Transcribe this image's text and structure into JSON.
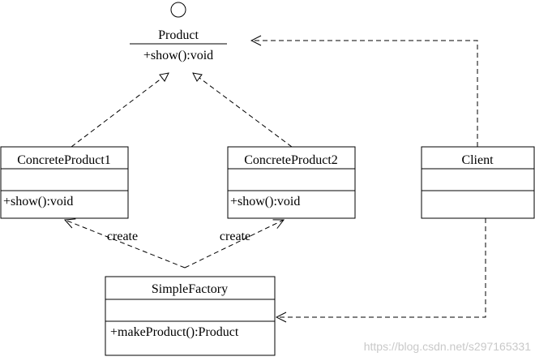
{
  "interface": {
    "name": "Product",
    "operation": "+show():void"
  },
  "classes": {
    "concrete_product_1": {
      "name": "ConcreteProduct1",
      "operation": "+show():void"
    },
    "concrete_product_2": {
      "name": "ConcreteProduct2",
      "operation": "+show():void"
    },
    "client": {
      "name": "Client",
      "operation": ""
    },
    "simple_factory": {
      "name": "SimpleFactory",
      "operation": "+makeProduct():Product"
    }
  },
  "relations": {
    "create_label_1": "create",
    "create_label_2": "create"
  },
  "watermark": "https://blog.csdn.net/s297165331",
  "colors": {
    "line": "#000000",
    "background": "#ffffff",
    "watermark": "#c9c9c9"
  }
}
